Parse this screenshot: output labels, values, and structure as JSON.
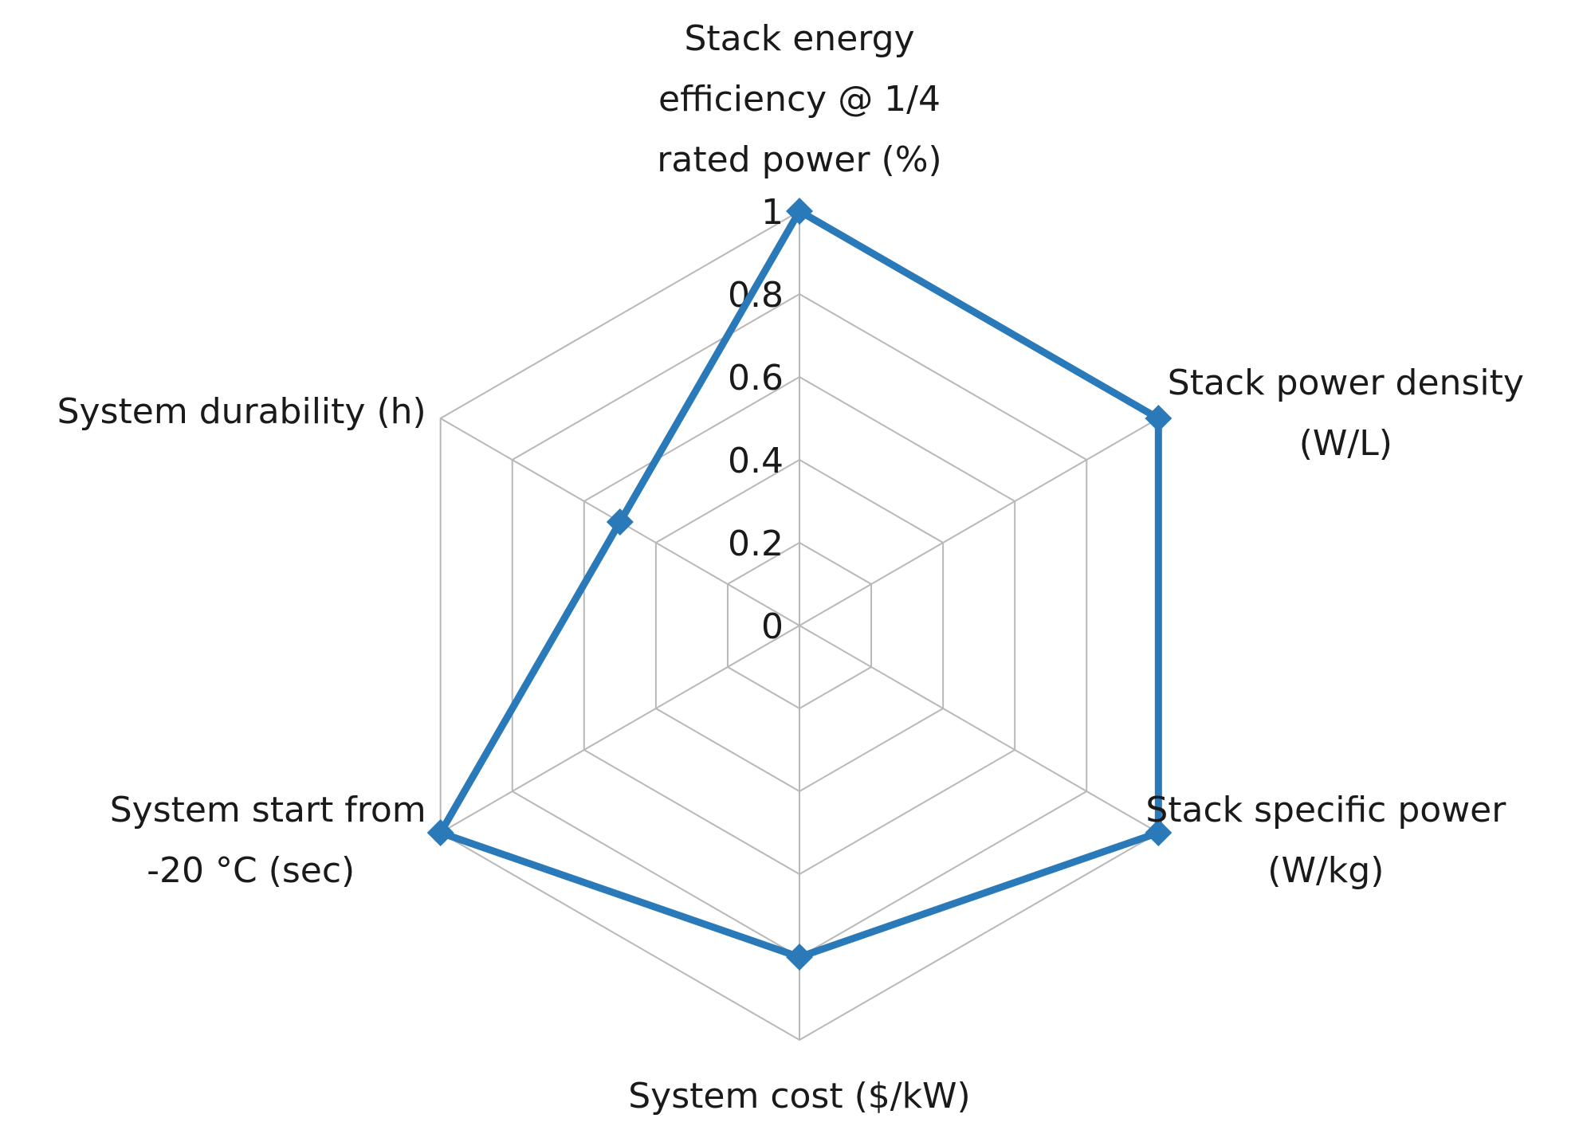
{
  "chart_data": {
    "type": "radar",
    "title": "",
    "axes": [
      "Stack energy efficiency @ 1/4 rated power (%)",
      "Stack power density (W/L)",
      "Stack specific power (W/kg)",
      "System cost ($/kW)",
      "System start from -20 °C (sec)",
      "System durability (h)"
    ],
    "axis_label_lines": [
      [
        "Stack energy",
        "efficiency @ 1/4",
        "rated power (%)"
      ],
      [
        "Stack power density",
        "(W/L)"
      ],
      [
        "Stack specific power",
        "(W/kg)"
      ],
      [
        "System cost ($/kW)"
      ],
      [
        "System start from",
        "-20 °C (sec)"
      ],
      [
        "System durability (h)"
      ]
    ],
    "ticks": [
      "0",
      "0.2",
      "0.4",
      "0.6",
      "0.8",
      "1"
    ],
    "rlim": [
      0,
      1
    ],
    "grid": true,
    "legend": "none",
    "series": [
      {
        "values": [
          1,
          1,
          1,
          0.8,
          1,
          0.5
        ],
        "color": "#2a7ab9"
      }
    ]
  }
}
